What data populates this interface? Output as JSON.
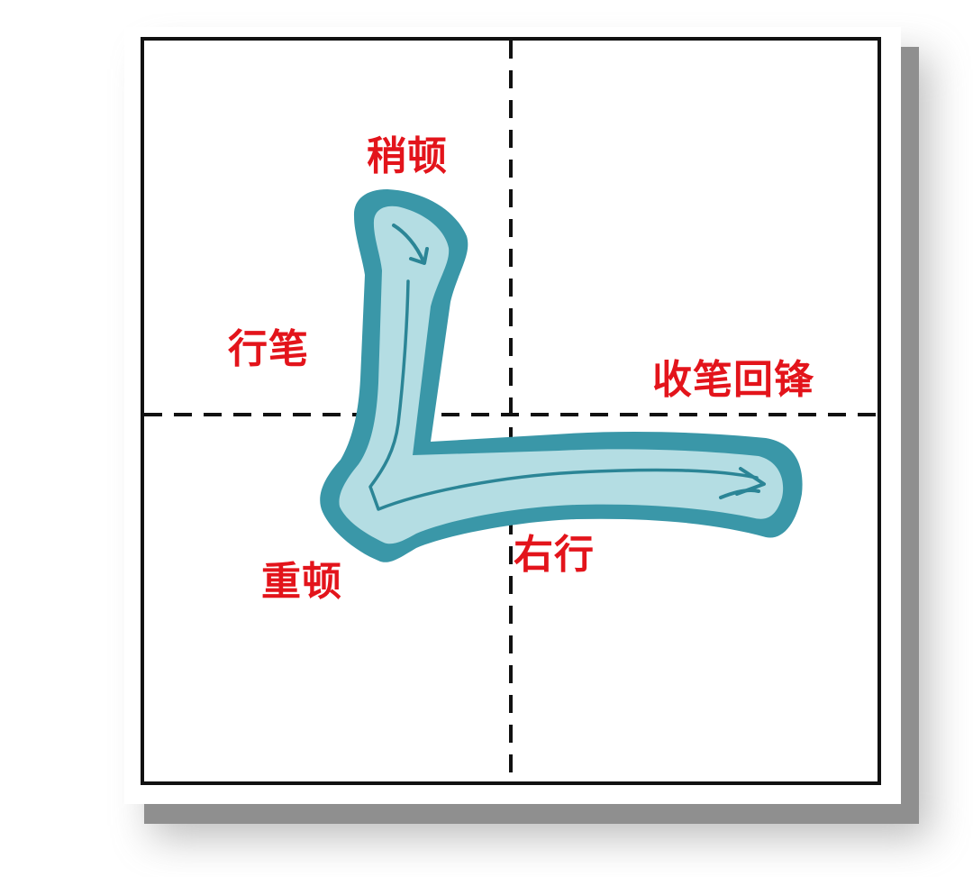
{
  "diagram": {
    "type": "calligraphy-stroke-guide",
    "stroke_name_implied": "竖折",
    "grid": {
      "kind": "tian-zi-ge",
      "border_color": "#111111",
      "guide_line_style": "dashed",
      "guide_line_color": "#111111"
    },
    "stroke": {
      "outline_color": "#3a97a8",
      "fill_color": "#b4dde3",
      "path_line_color": "#2b8596"
    },
    "annotations": [
      {
        "id": "pause-light",
        "text": "稍顿"
      },
      {
        "id": "move-brush",
        "text": "行笔"
      },
      {
        "id": "end-return",
        "text": "收笔回锋"
      },
      {
        "id": "pause-heavy",
        "text": "重顿"
      },
      {
        "id": "move-right",
        "text": "右行"
      }
    ],
    "annotation_color": "#e3141b"
  }
}
